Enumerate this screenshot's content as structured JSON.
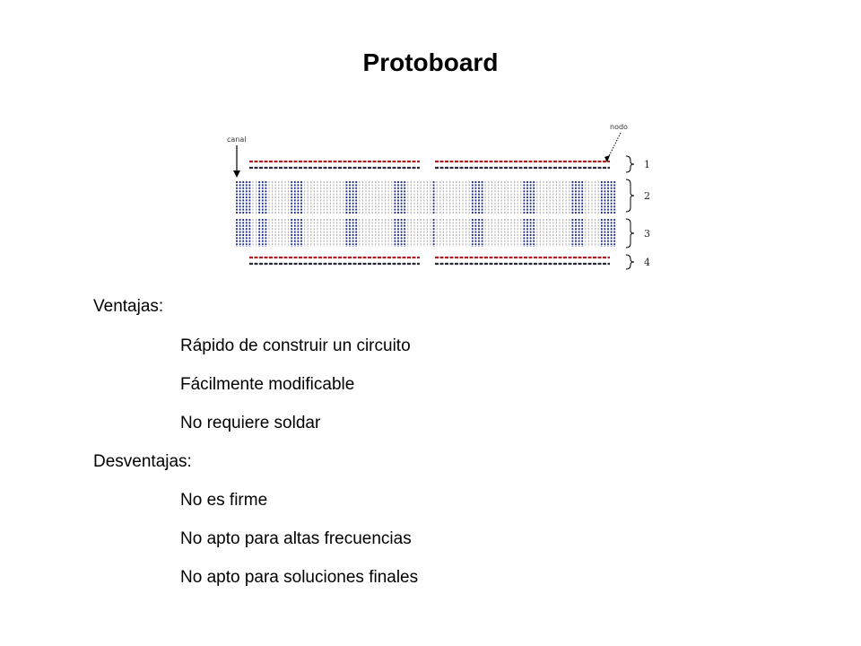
{
  "title": "Protoboard",
  "diagram": {
    "label_left": "canal",
    "label_right": "nodo",
    "bracket_numbers": [
      "1",
      "2",
      "3",
      "4"
    ],
    "colors": {
      "red": "#b01c24",
      "blue": "#1a2a8c",
      "dark": "#2a2a3a",
      "gray": "#b4b4b4"
    }
  },
  "ventajas": {
    "heading": "Ventajas:",
    "items": [
      "Rápido de construir un circuito",
      "Fácilmente modificable",
      "No requiere soldar"
    ]
  },
  "desventajas": {
    "heading": "Desventajas:",
    "items": [
      "No es firme",
      "No apto para altas frecuencias",
      "No apto para soluciones finales"
    ]
  }
}
